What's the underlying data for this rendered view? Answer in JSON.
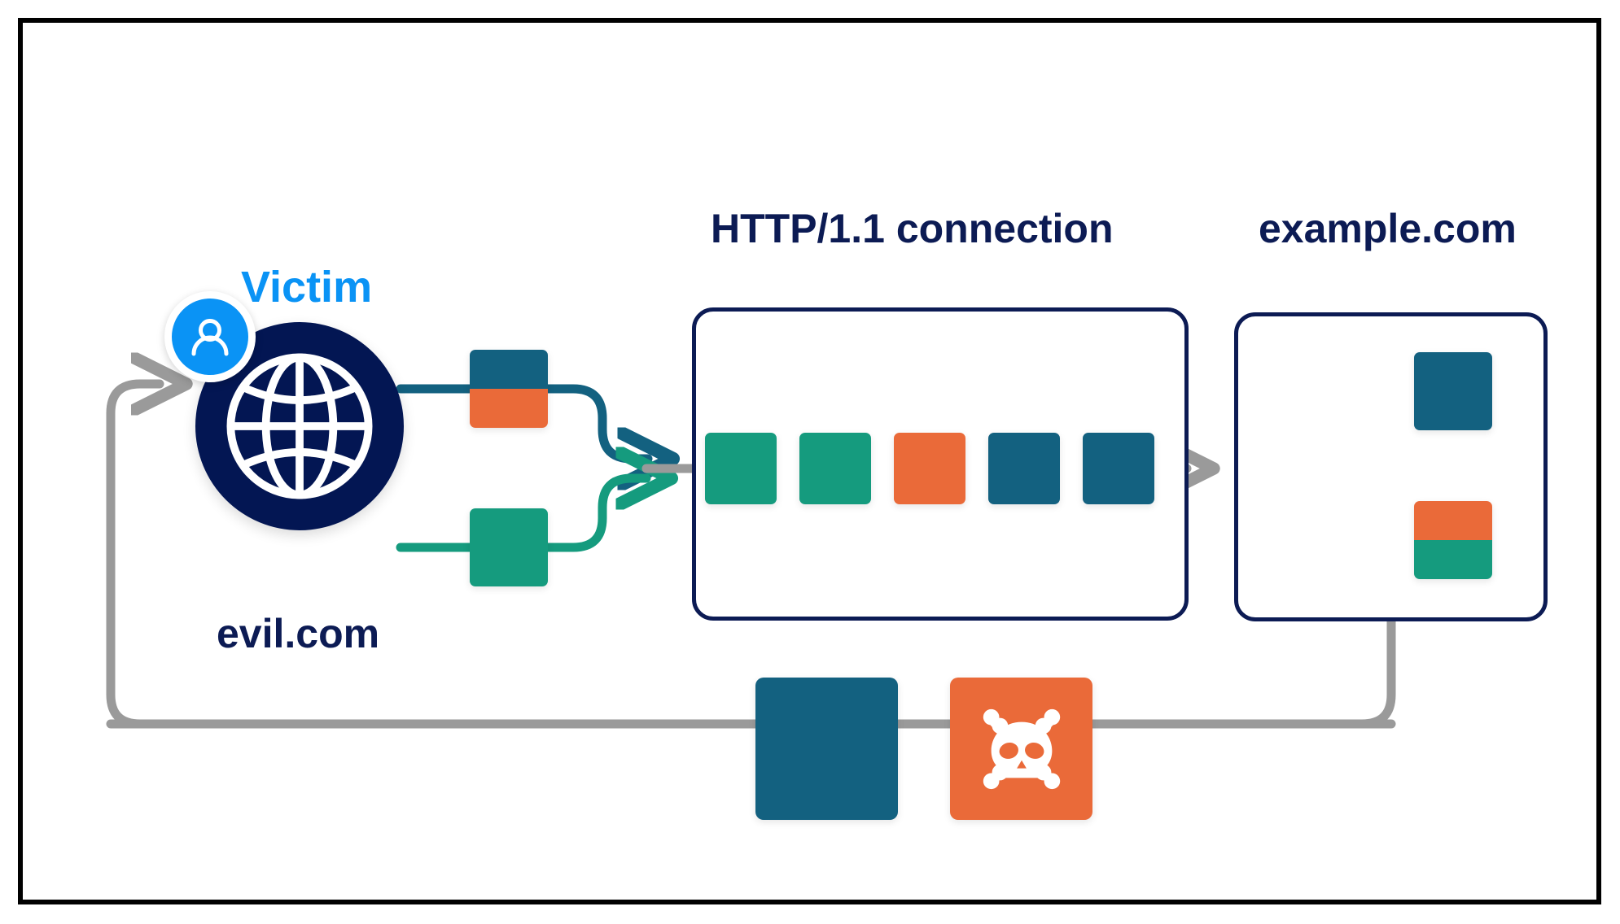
{
  "diagram": {
    "title_http": "HTTP/1.1 connection",
    "title_example": "example.com",
    "label_victim": "Victim",
    "label_evil": "evil.com",
    "icons": {
      "globe": "globe-icon",
      "user": "user-avatar-icon",
      "skull": "skull-and-crossbones-icon"
    },
    "colors": {
      "navy": "#0C1B54",
      "globe_navy": "#031653",
      "victim_blue": "#0A93F5",
      "packet_blue": "#136180",
      "packet_green": "#159B7E",
      "packet_orange": "#EA6A39",
      "arrow_gray": "#9A9A9A",
      "frame_black": "#000000",
      "white": "#FFFFFF"
    },
    "client_blocks": [
      {
        "name": "request-smuggled-block",
        "top_color": "#136180",
        "bottom_color": "#EA6A39"
      },
      {
        "name": "request-normal-block",
        "top_color": "#159B7E",
        "bottom_color": "#159B7E"
      }
    ],
    "connection_packets": [
      {
        "name": "packet-1",
        "color": "#159B7E"
      },
      {
        "name": "packet-2",
        "color": "#159B7E"
      },
      {
        "name": "packet-3",
        "color": "#EA6A39"
      },
      {
        "name": "packet-4",
        "color": "#136180"
      },
      {
        "name": "packet-5",
        "color": "#136180"
      }
    ],
    "server_blocks": [
      {
        "name": "server-response-block-1",
        "top_color": "#136180",
        "bottom_color": "#136180"
      },
      {
        "name": "server-response-block-2",
        "top_color": "#EA6A39",
        "bottom_color": "#159B7E"
      }
    ],
    "bottom_flow": [
      {
        "name": "stolen-response-block",
        "color": "#136180"
      },
      {
        "name": "attacker-skull-block",
        "color": "#EA6A39"
      }
    ]
  }
}
